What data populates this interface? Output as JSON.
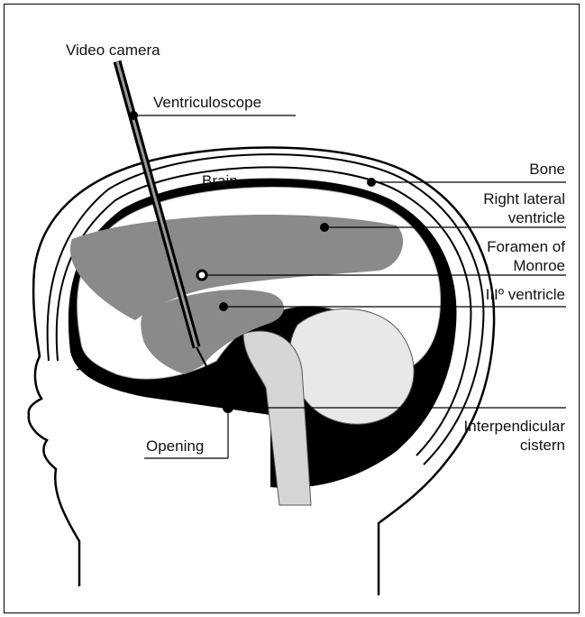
{
  "labels": {
    "video_camera": "Video camera",
    "ventriculoscope": "Ventriculoscope",
    "brain": "Brain",
    "bone": "Bone",
    "right_lateral_1": "Right lateral",
    "right_lateral_2": "ventricle",
    "foramen_1": "Foramen of",
    "foramen_2": "Monroe",
    "third_ventricle": "IIIº ventricle",
    "interpendicular_1": "Interpendicular",
    "interpendicular_2": "cistern",
    "opening": "Opening"
  },
  "colors": {
    "outline": "#000000",
    "brain": "#ffffff",
    "ventricle": "#8a8a8a",
    "brainstem": "#d6d6d6",
    "cavity": "#000000"
  }
}
